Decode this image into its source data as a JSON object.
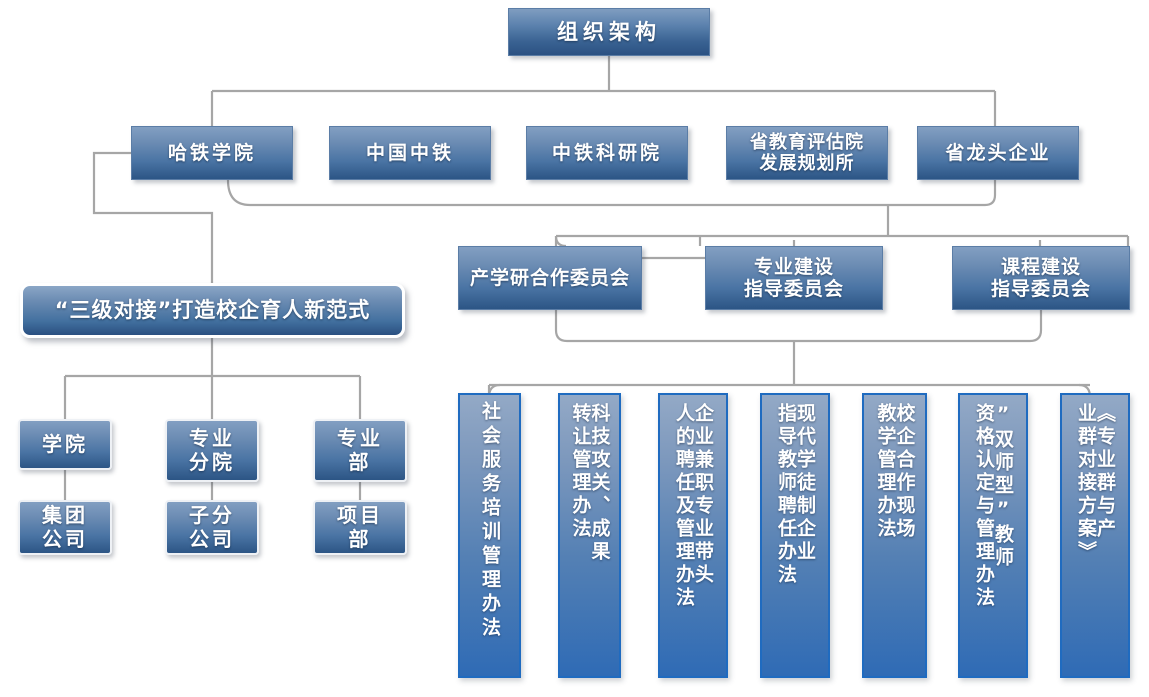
{
  "diagram": {
    "title": "组织架构",
    "type": "organization-chart"
  },
  "root": {
    "label": "组织架构"
  },
  "partners": [
    {
      "label": "哈铁学院"
    },
    {
      "label": "中国中铁"
    },
    {
      "label": "中铁科研院"
    },
    {
      "label": "省教育评估院\n发展规划所"
    },
    {
      "label": "省龙头企业"
    }
  ],
  "banner": {
    "label": "“三级对接”打造校企育人新范式"
  },
  "left_level1": [
    {
      "label": "学院"
    },
    {
      "label": "专业\n分院"
    },
    {
      "label": "专业\n部"
    }
  ],
  "left_level2": [
    {
      "label": "集团\n公司"
    },
    {
      "label": "子分\n公司"
    },
    {
      "label": "项目\n部"
    }
  ],
  "committees": [
    {
      "label": "产学研合作委员会"
    },
    {
      "label": "专业建设\n指导委员会"
    },
    {
      "label": "课程建设\n指导委员会"
    }
  ],
  "policies": [
    {
      "columns": [
        "社会服务培训管理办法"
      ]
    },
    {
      "columns": [
        "科技攻关、成果",
        "转让管理办法"
      ]
    },
    {
      "columns": [
        "企业兼职专业带头",
        "人的聘任及管理办法"
      ]
    },
    {
      "columns": [
        "现代学徒制企业",
        "指导教师聘任办法"
      ]
    },
    {
      "columns": [
        "校企合作现场",
        "教学管理办法"
      ]
    },
    {
      "columns": [
        "”双师型”教师",
        "资格认定与管理办法"
      ]
    },
    {
      "columns": [
        "《专业群与产",
        "业群对接方案》"
      ]
    }
  ],
  "colors": {
    "box_top": "#829fc2",
    "box_bottom": "#2c5585",
    "policy_border": "#1f6bc0",
    "connector": "#a6a6a6",
    "text": "#ffffff"
  }
}
